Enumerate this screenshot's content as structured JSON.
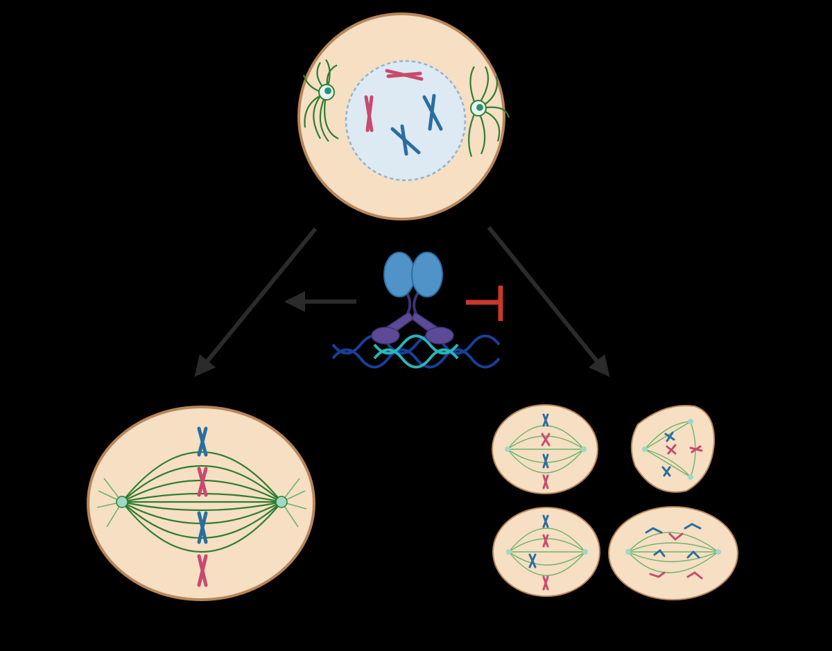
{
  "colors": {
    "background": "#000000",
    "cell_fill": "#f6dfc2",
    "cell_border": "#b8865a",
    "nucleus_fill": "#dde9f3",
    "nucleus_border": "#8fb3d3",
    "spindle_dark": "#2e7d32",
    "spindle_light": "#6db36a",
    "centrosome": "#9fd8c6",
    "chromosome_blue": "#2a6ea0",
    "chromosome_red": "#c84a6c",
    "arrow": "#2b2b2b",
    "inhibit": "#c8382c",
    "protein_head": "#4f93c9",
    "protein_base": "#5d4a96",
    "dna_dark": "#1a3f9a",
    "dna_light": "#2bb5b8"
  },
  "nodes": [
    {
      "id": "prophase-cell",
      "icon": "interphase-cell-icon"
    },
    {
      "id": "protein-complex",
      "icon": "dna-bound-protein-dimer-icon"
    },
    {
      "id": "bipolar-spindle-cell",
      "icon": "bipolar-metaphase-cell-icon"
    },
    {
      "id": "abnormal-mitosis-group",
      "icon": "multipolar-spindle-cells-icon"
    }
  ],
  "edges": [
    {
      "from": "prophase-cell",
      "to": "bipolar-spindle-cell",
      "kind": "promotes"
    },
    {
      "from": "prophase-cell",
      "to": "abnormal-mitosis-group",
      "kind": "promotes"
    },
    {
      "from": "protein-complex",
      "to": "bipolar-spindle-cell",
      "kind": "promotes"
    },
    {
      "from": "protein-complex",
      "to": "abnormal-mitosis-group",
      "kind": "inhibits"
    }
  ]
}
